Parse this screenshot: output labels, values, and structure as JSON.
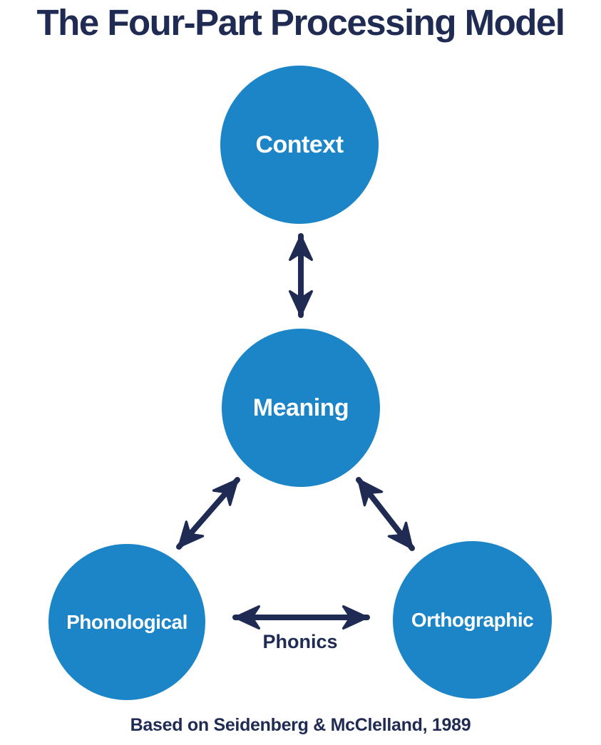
{
  "title": "The Four-Part Processing Model",
  "caption": "Based on Seidenberg & McClelland, 1989",
  "colors": {
    "node_blue": "#1b85c7",
    "navy": "#1f2b53",
    "background": "#ffffff",
    "node_text": "#ffffff"
  },
  "nodes": [
    {
      "id": "context",
      "label": "Context"
    },
    {
      "id": "meaning",
      "label": "Meaning"
    },
    {
      "id": "phonological",
      "label": "Phonological"
    },
    {
      "id": "orthographic",
      "label": "Orthographic"
    }
  ],
  "connections": [
    {
      "from": "context",
      "to": "meaning",
      "type": "bidirectional-arrow",
      "label": ""
    },
    {
      "from": "meaning",
      "to": "phonological",
      "type": "bidirectional-arrow",
      "label": ""
    },
    {
      "from": "meaning",
      "to": "orthographic",
      "type": "bidirectional-arrow",
      "label": ""
    },
    {
      "from": "phonological",
      "to": "orthographic",
      "type": "bidirectional-arrow",
      "label": "Phonics"
    }
  ]
}
